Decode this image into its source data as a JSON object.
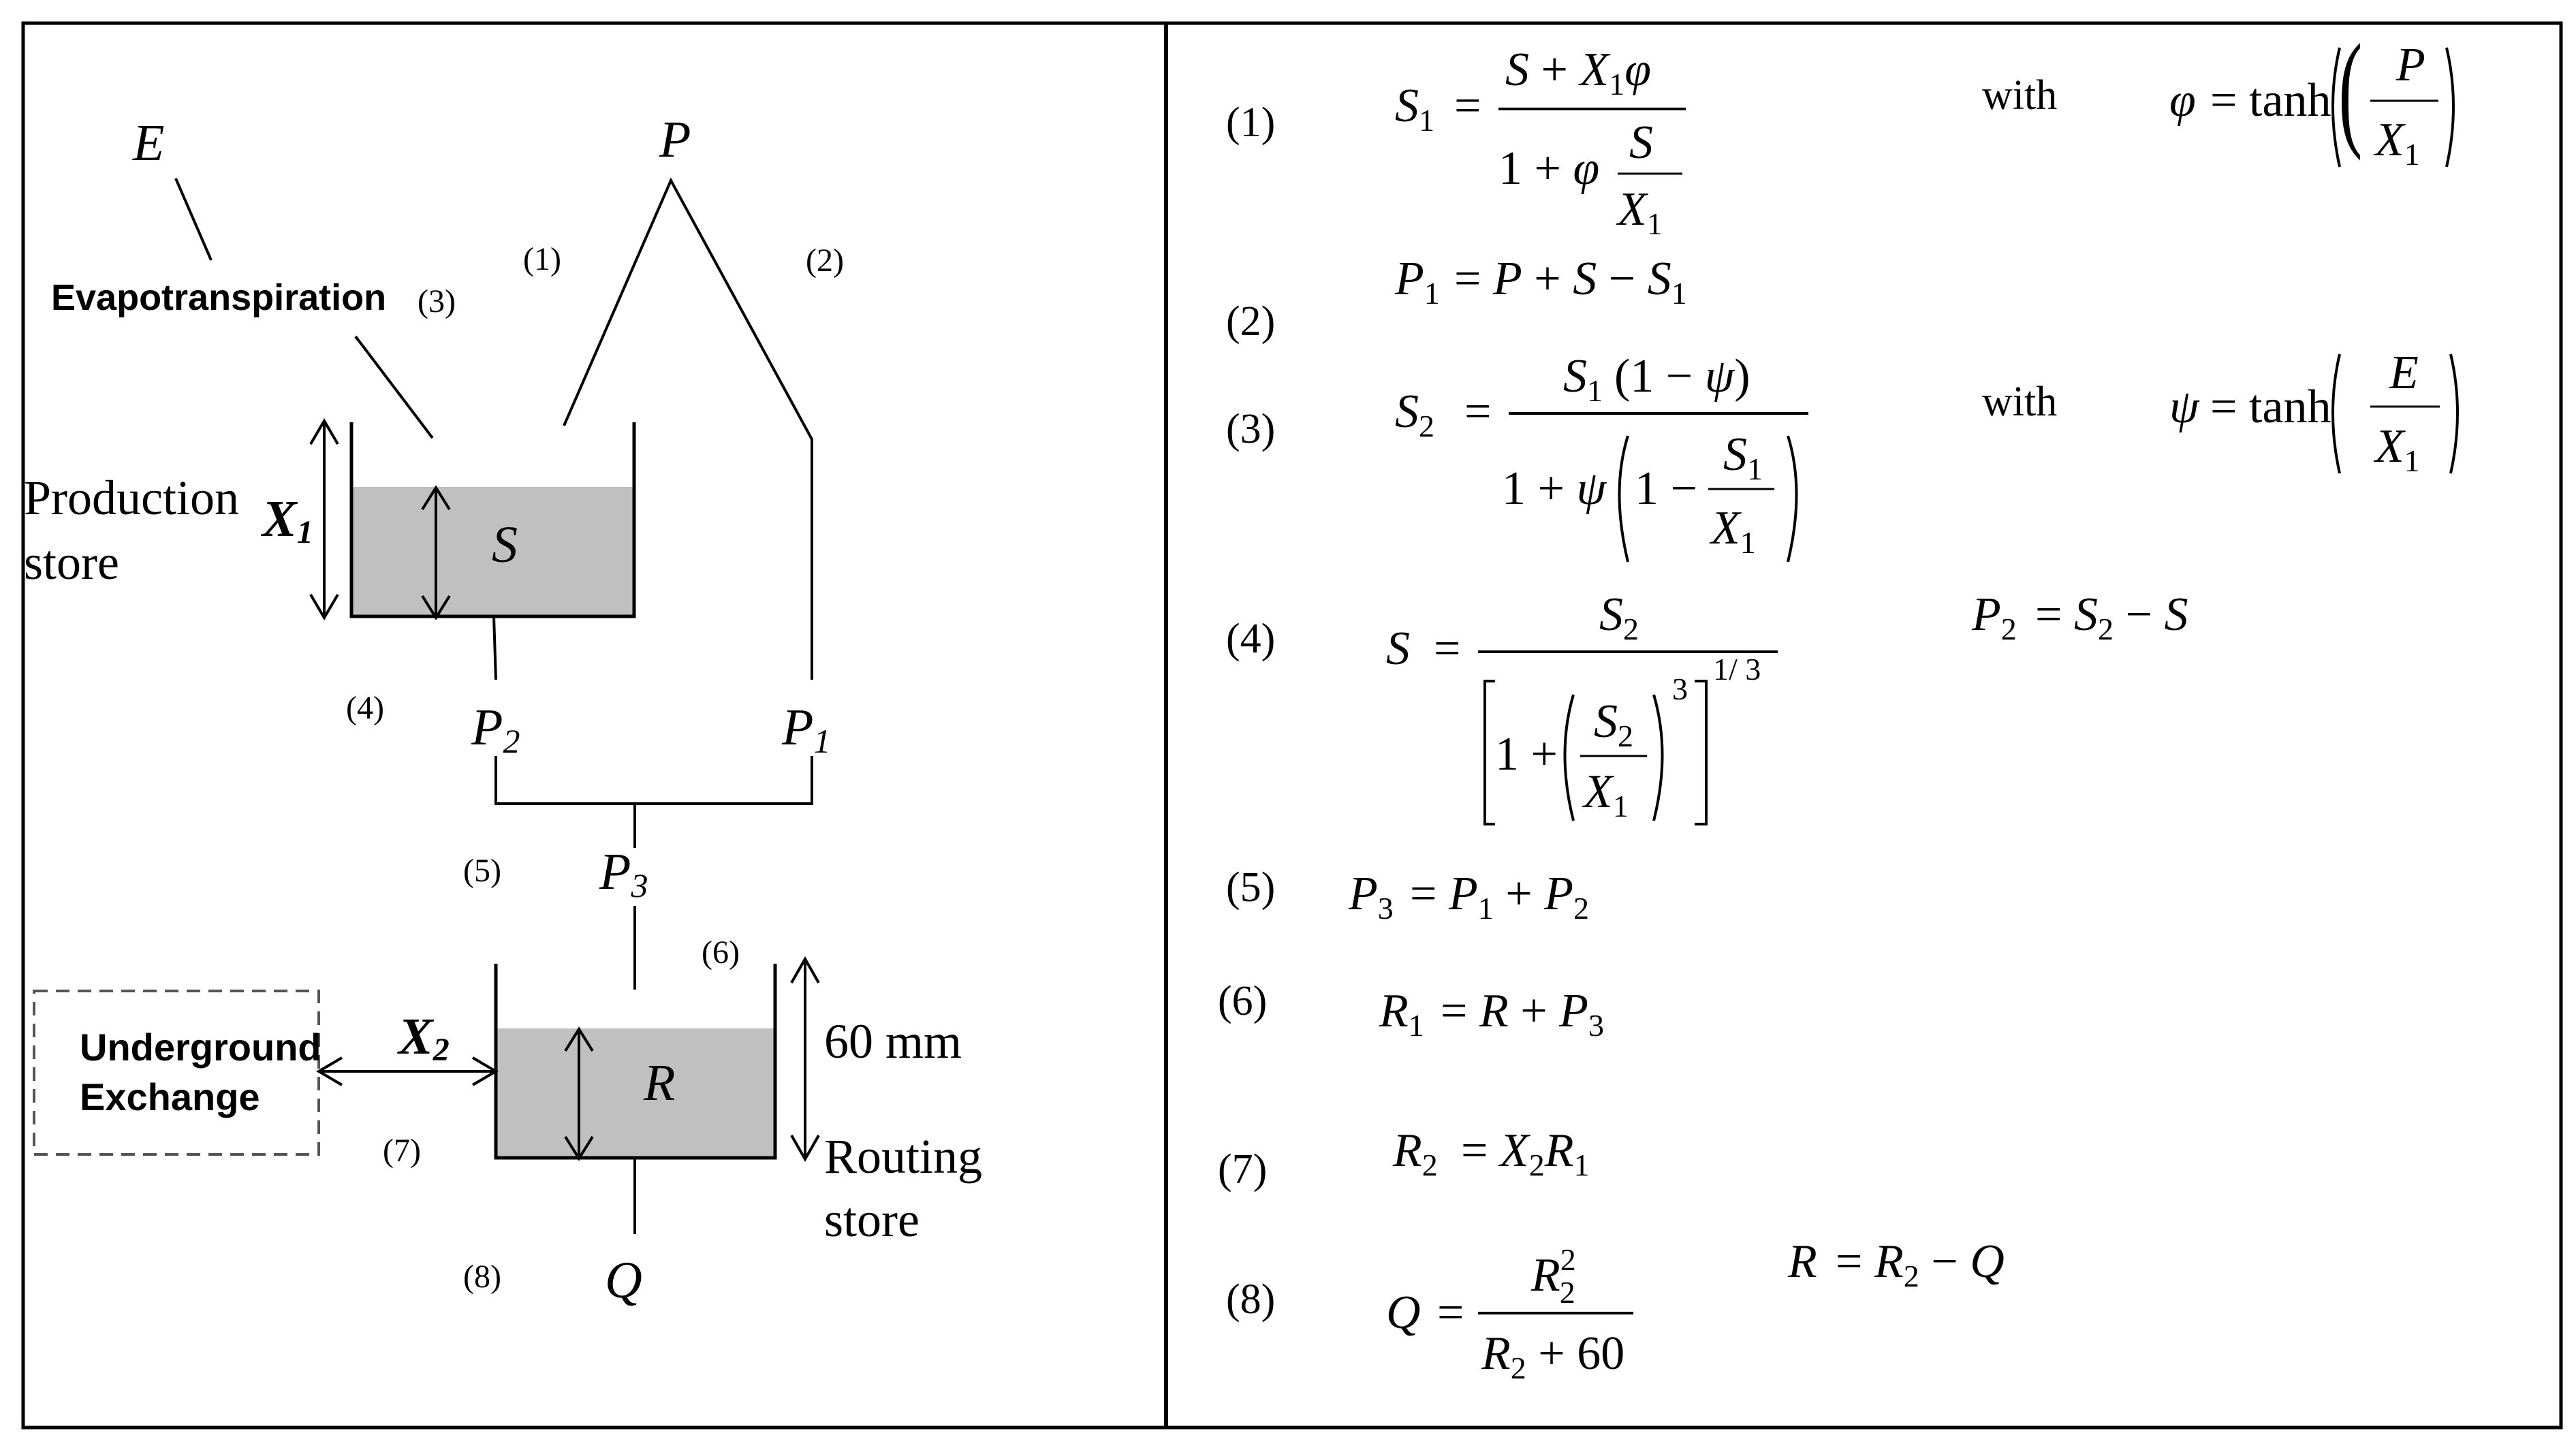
{
  "diagram": {
    "labels": {
      "E": "E",
      "P": "P",
      "evapotranspiration": "Evapotranspiration",
      "production_store_line1": "Production",
      "production_store_line2": "store",
      "X1": "X",
      "X1_sub": "1",
      "S": "S",
      "P2": "P",
      "P2_sub": "2",
      "P1": "P",
      "P1_sub": "1",
      "P3": "P",
      "P3_sub": "3",
      "underground_line1": "Underground",
      "underground_line2": "Exchange",
      "X2": "X",
      "X2_sub": "2",
      "R": "R",
      "sixty_mm": "60 mm",
      "routing_line1": "Routing",
      "routing_line2": "store",
      "Q": "Q"
    },
    "step_numbers": [
      "(1)",
      "(2)",
      "(3)",
      "(4)",
      "(5)",
      "(6)",
      "(7)",
      "(8)"
    ]
  },
  "equations": {
    "numbers": [
      "(1)",
      "(2)",
      "(3)",
      "(4)",
      "(5)",
      "(6)",
      "(7)",
      "(8)"
    ],
    "with_label": "with",
    "phi_def": "φ = tanh(P / X₁)",
    "psi_def": "ψ = tanh(E / X₁)",
    "eq1": "S₁ = (S + X₁φ) / (1 + φ S/X₁)",
    "eq2": "P₁ = P + S − S₁",
    "eq3": "S₂ = S₁(1 − ψ) / (1 + ψ(1 − S₁/X₁))",
    "eq4": "S = S₂ / [1 + (S₂/X₁)³]^(1/3)",
    "eq4_side": "P₂ = S₂ − S",
    "eq5": "P₃ = P₁ + P₂",
    "eq6": "R₁ = R + P₃",
    "eq7": "R₂ = X₂R₁",
    "eq8": "Q = R₂² / (R₂ + 60)",
    "eq8_side": "R = R₂ − Q"
  },
  "colors": {
    "store_fill": "#c0c0c0",
    "line": "#000000"
  }
}
